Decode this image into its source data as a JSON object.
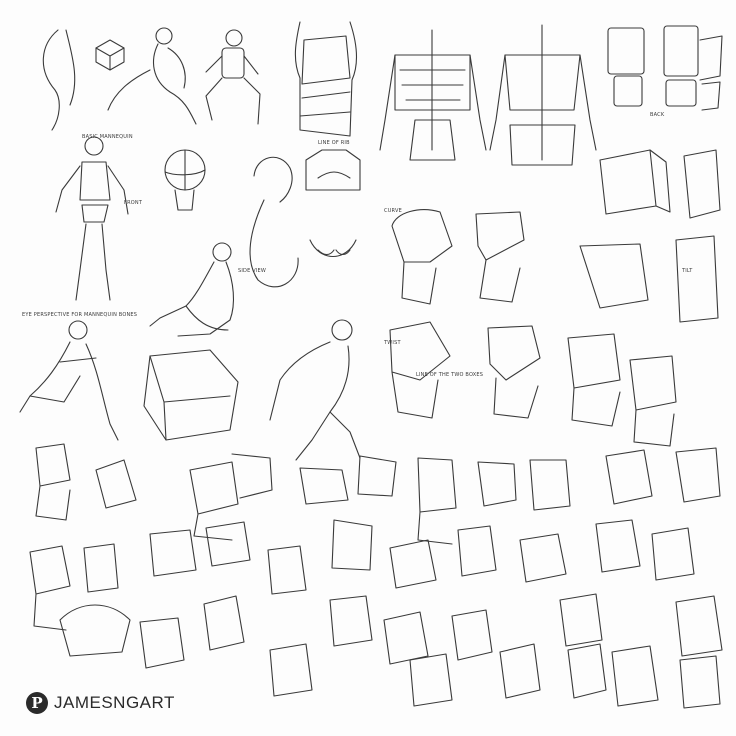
{
  "watermark": {
    "icon": "pinterest-icon",
    "text": "JAMESNGART"
  },
  "notes": {
    "basic_mannequin": "BASIC MANNEQUIN",
    "line_of_rib": "LINE OF RIB",
    "line_of_the_two_boxes": "LINE OF THE TWO BOXES",
    "eye_perspective": "EYE PERSPECTIVE FOR MANNEQUIN BONES",
    "tilt": "TILT",
    "curve": "CURVE",
    "twist": "TWIST",
    "side_view": "SIDE VIEW",
    "front": "FRONT",
    "back": "BACK"
  }
}
